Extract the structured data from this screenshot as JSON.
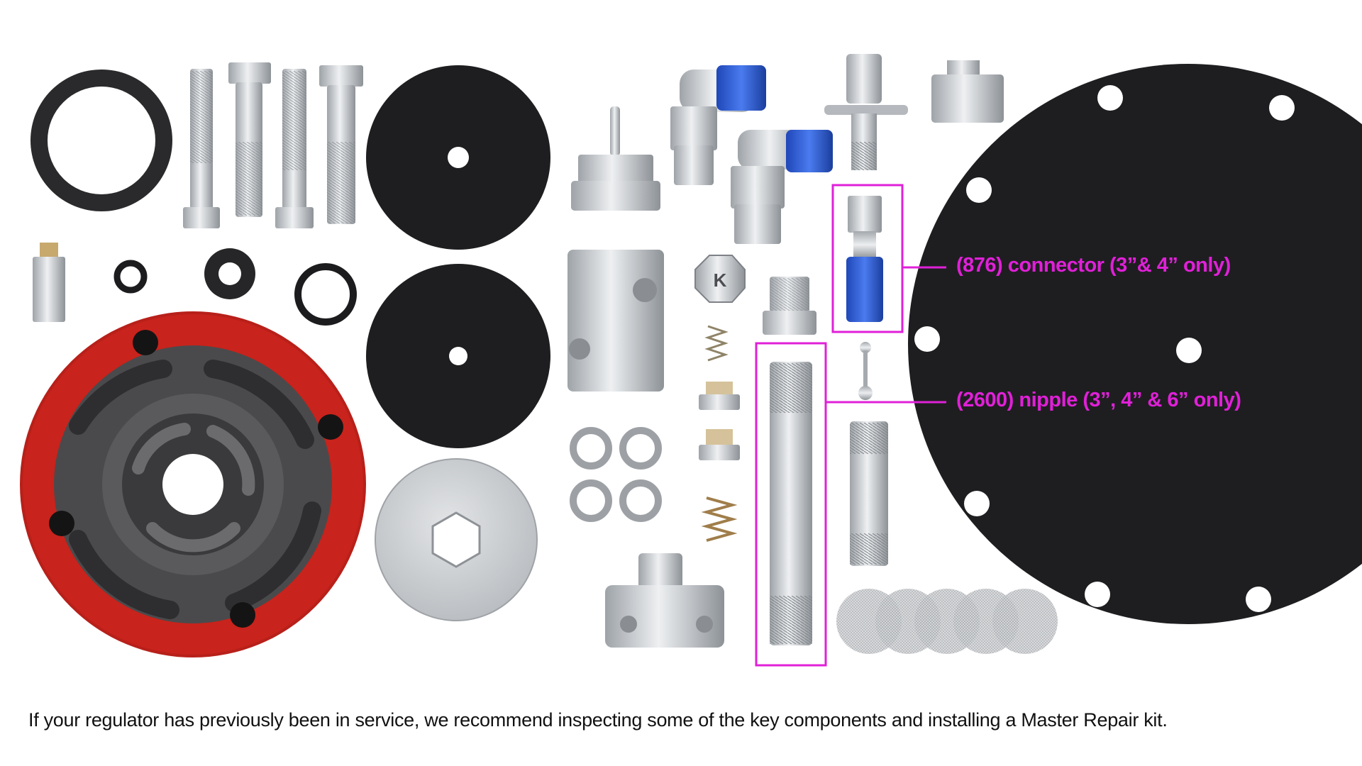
{
  "callouts": {
    "connector": "(876) connector (3”& 4” only)",
    "nipple": "(2600) nipple (3”, 4” & 6” only)"
  },
  "caption": "If your regulator has previously been in service, we recommend inspecting some of the key components and installing a Master Repair kit.",
  "stamp_letter": "K",
  "colors": {
    "highlight": "#e020d8",
    "regulator_body_red": "#c8231c",
    "cast_iron": "#3a3a3c",
    "diaphragm": "#1e1e20",
    "zinc": "#c9ccd0",
    "cap_blue": "#2f5fd6",
    "brass": "#c9a46a"
  }
}
